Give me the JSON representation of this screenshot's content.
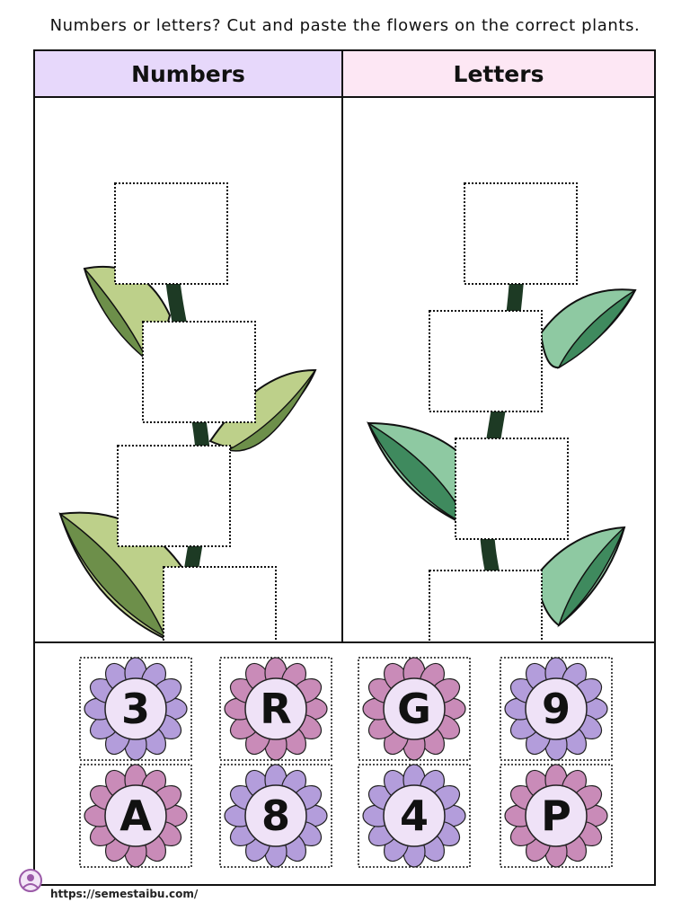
{
  "instruction": "Numbers or letters? Cut and paste the flowers on the correct plants.",
  "columns": {
    "numbers": "Numbers",
    "letters": "Letters"
  },
  "cards": [
    "3",
    "R",
    "G",
    "9",
    "A",
    "8",
    "4",
    "P"
  ],
  "card_petal_colors": [
    "#b39ddb",
    "#c98bb8",
    "#c98bb8",
    "#b39ddb",
    "#c98bb8",
    "#b39ddb",
    "#b39ddb",
    "#c98bb8"
  ],
  "colors": {
    "numbers_header": "#e7d8fb",
    "letters_header": "#fde7f4",
    "left_leaf_light": "#bdd08a",
    "left_leaf_dark": "#6d8f4a",
    "right_leaf_light": "#8ec9a2",
    "right_leaf_dark": "#3f8a5e",
    "stem": "#1d3a24",
    "petal_purple": "#b39ddb",
    "petal_pink": "#c98bb8",
    "flower_center": "#efe2f7"
  },
  "footer": {
    "url": "https://semestaibu.com/"
  }
}
